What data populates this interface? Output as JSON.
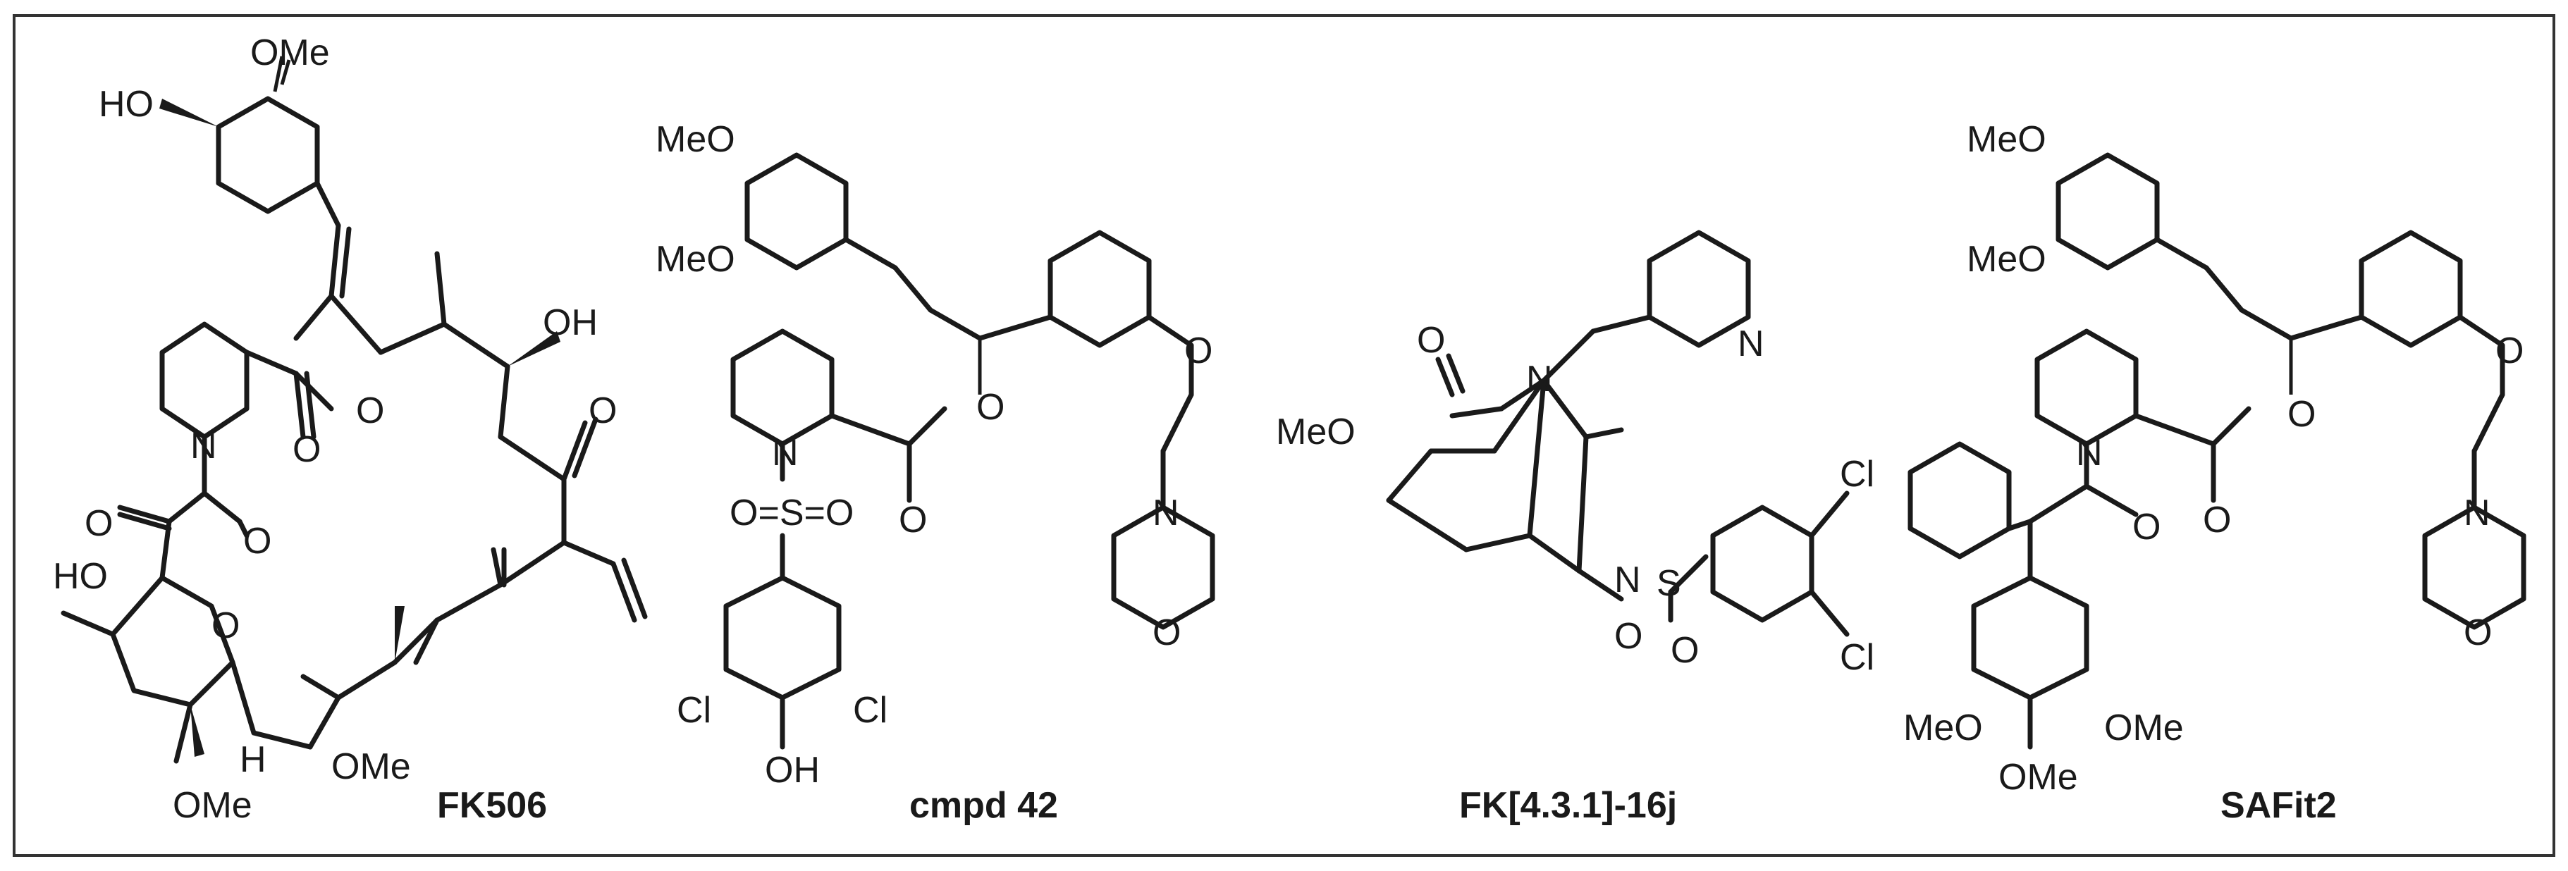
{
  "compounds": [
    {
      "label": "FK506"
    },
    {
      "label": "cmpd 42"
    },
    {
      "label": "FK[4.3.1]-16j"
    },
    {
      "label": "SAFit2"
    }
  ],
  "atom_labels": {
    "hydroxy": "HO",
    "hydroxy_r": "OH",
    "methoxy": "OMe",
    "methoxy_l": "MeO",
    "oxygen": "O",
    "nitrogen": "N",
    "hydrogen": "H",
    "sulfur": "S",
    "chlorine": "Cl",
    "sulfonyl": "O=S=O"
  },
  "colors": {
    "ink": "#1a1a1a",
    "border": "#333333",
    "background": "#ffffff"
  }
}
